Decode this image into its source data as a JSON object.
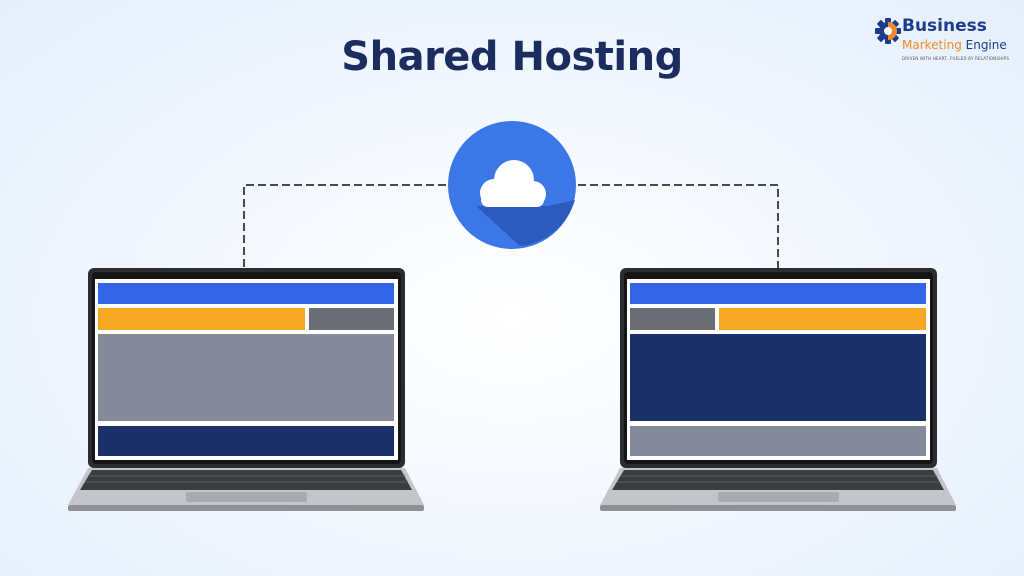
{
  "title": "Shared Hosting",
  "logo": {
    "line1": "Business",
    "line2_a": "Marketing",
    "line2_b": " Engine",
    "tagline": "DRIVEN WITH HEART, FUELED BY RELATIONSHIPS"
  },
  "colors": {
    "title": "#1b2c5e",
    "cloud_circle": "#3b77e7",
    "blue_bar": "#3366e6",
    "orange_bar": "#f7a823",
    "dark_gray_bar": "#6b6e74",
    "light_gray_block": "#848a99",
    "navy_block": "#1b3066"
  }
}
